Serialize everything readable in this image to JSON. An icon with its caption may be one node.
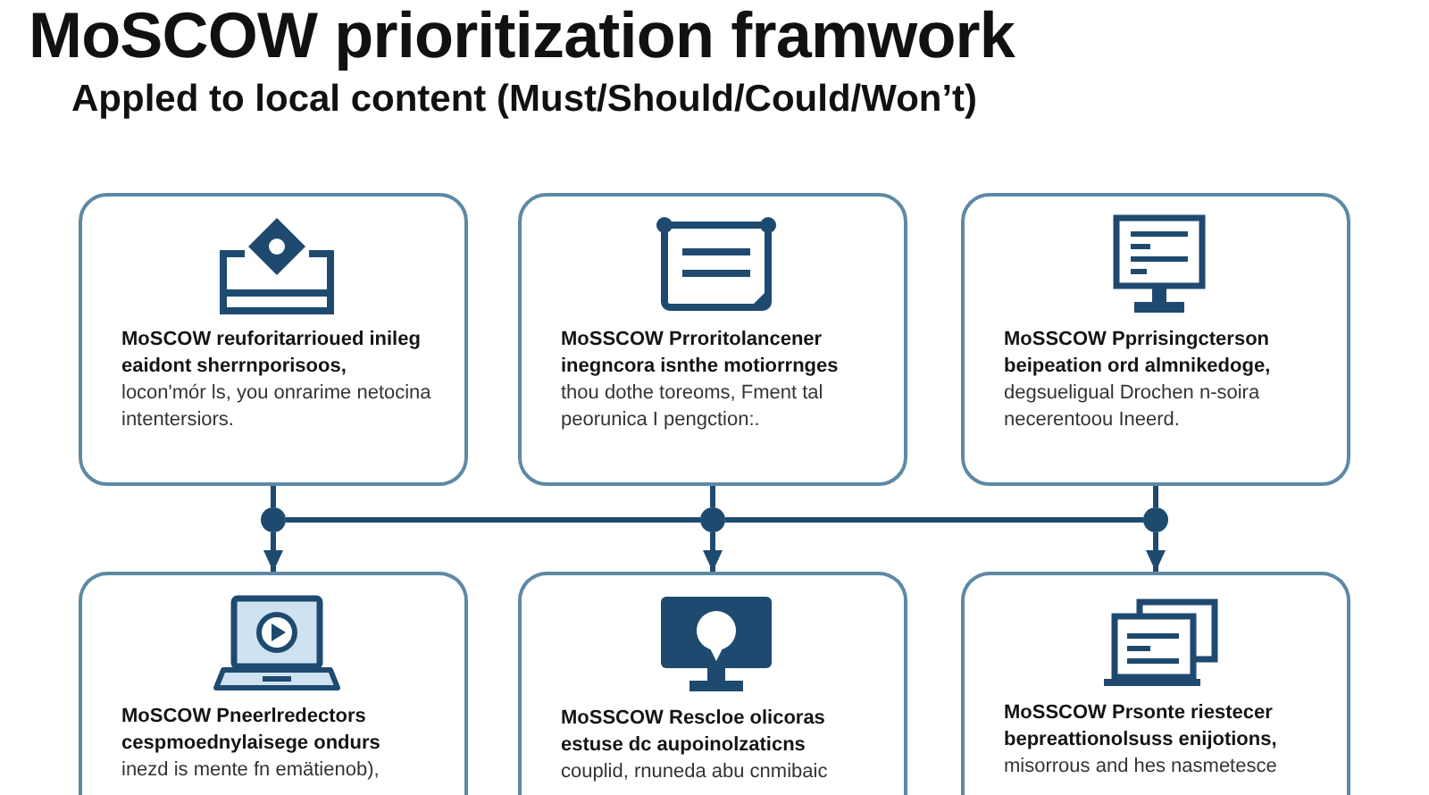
{
  "diagram": {
    "title": "MoSCOW prioritization framwork",
    "nodes": [
      {
        "text": [
          "MoSCOW reuforitarrioued inileg eaidont sherrnporisoos,",
          "locon'mór ls, you onrarime netocina intentersiors."
        ]
      },
      {
        "text": [
          "MoSSCOW Prroritolancener inegncora isnthe motiorrnges",
          "thou dothe toreoms, Fment tal peorunica I pengction:."
        ]
      },
      {
        "text": [
          "MoSSCOW Pprrisingcterson beipeation ord almnikedoge,",
          "degsueligual Drochen n-soira necerentoou Ineerd."
        ]
      },
      {
        "text": [],
        "shape": "circle"
      },
      {
        "text": [],
        "shape": "circle"
      },
      {
        "text": [],
        "shape": "circle"
      },
      {
        "text": [
          "MoSCOW Pneerlredectors cespmoednylaisege ondurs",
          "inezd is mente fn emätienob),"
        ]
      },
      {
        "text": [
          "MoSSCOW Rescloe olicoras estuse dc aupoinolzaticns",
          "couplid, rnuneda abu cnmibaic"
        ]
      },
      {
        "text": [
          "MoSSCOW Prsonte riestecer bepreattionolsuss enijotions,",
          "misorrous and hes nasmetesce"
        ]
      }
    ],
    "edges": [
      {
        "from": 0,
        "to": 3,
        "arrow": "none"
      },
      {
        "from": 1,
        "to": 4,
        "arrow": "none"
      },
      {
        "from": 2,
        "to": 5,
        "arrow": "none"
      },
      {
        "from": 3,
        "to": 4,
        "arrow": "none"
      },
      {
        "from": 4,
        "to": 5,
        "arrow": "none"
      },
      {
        "from": 3,
        "to": 6,
        "arrow": "to"
      },
      {
        "from": 4,
        "to": 7,
        "arrow": "to"
      },
      {
        "from": 5,
        "to": 8,
        "arrow": "to"
      }
    ],
    "labels": [
      "Appled to local content (Must/Should/Could/Won’t)"
    ]
  }
}
